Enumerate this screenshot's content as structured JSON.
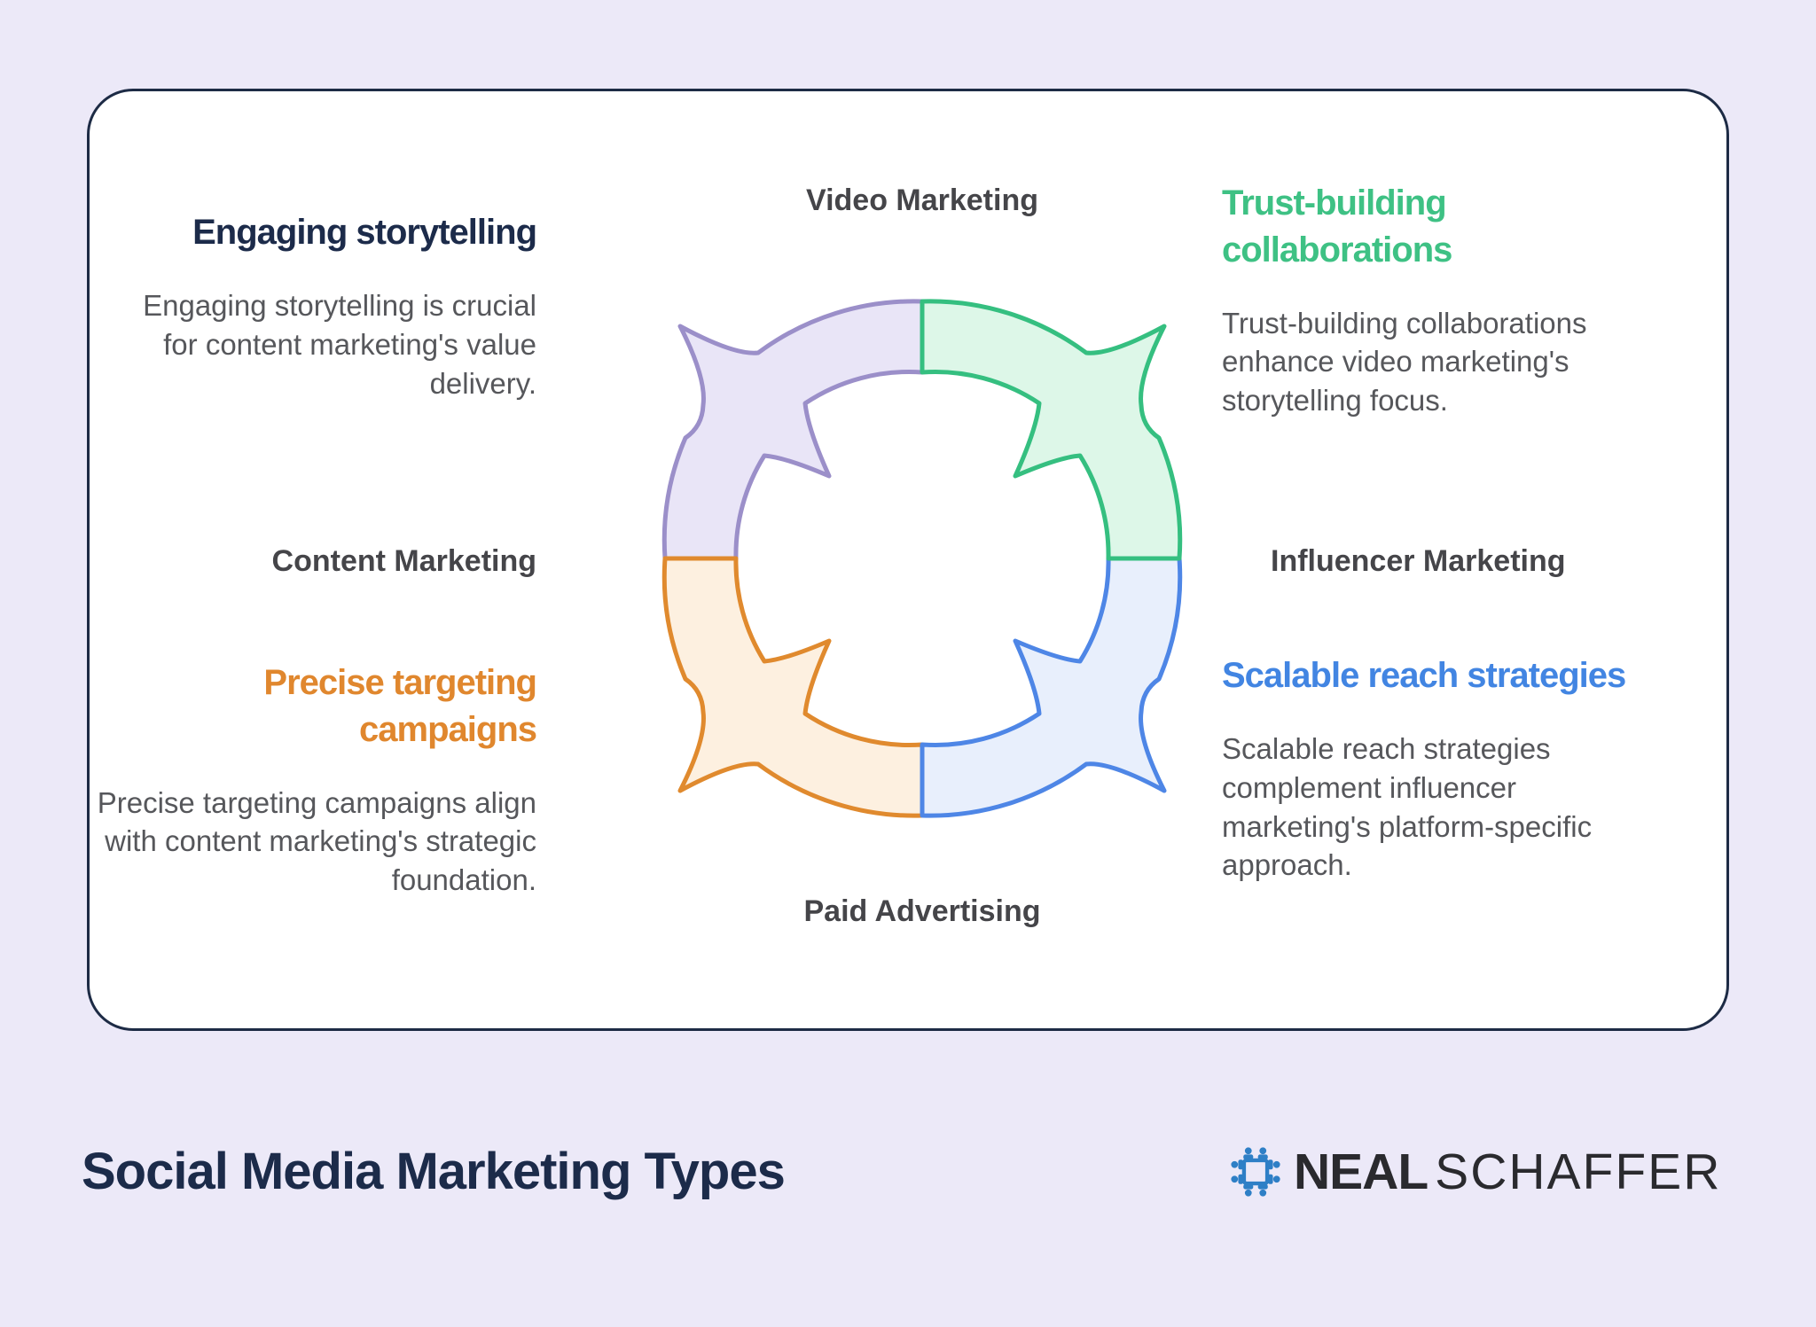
{
  "colors": {
    "background": "#ece9f8",
    "card_border": "#1d2b45",
    "navy": "#1c2b4a",
    "body_text": "#56575b",
    "label_text": "#454549",
    "green_heading": "#3ec184",
    "orange_heading": "#e0872e",
    "blue_heading": "#4285e2",
    "logo_blue": "#2e7fc6",
    "brand_text": "#2a2a2e"
  },
  "cycle": {
    "type": "circular-cycle-diagram",
    "segments": [
      {
        "position": "top-left",
        "color_name": "purple",
        "stroke": "#9b8fc9",
        "fill": "#e9e5f7"
      },
      {
        "position": "bottom-left",
        "color_name": "orange",
        "stroke": "#e08a2e",
        "fill": "#fdf0e0"
      },
      {
        "position": "bottom-right",
        "color_name": "blue",
        "stroke": "#4e86e6",
        "fill": "#e8effc"
      },
      {
        "position": "top-right",
        "color_name": "green",
        "stroke": "#35bf80",
        "fill": "#ddf7e8"
      }
    ],
    "labels": {
      "top": "Video Marketing",
      "right": "Influencer Marketing",
      "bottom": "Paid Advertising",
      "left": "Content Marketing"
    }
  },
  "callouts": [
    {
      "id": "engaging-storytelling",
      "heading": "Engaging storytelling",
      "body": "Engaging storytelling is crucial for content marketing's value delivery."
    },
    {
      "id": "trust-building-collaborations",
      "heading": "Trust-building collaborations",
      "body": "Trust-building collaborations enhance video marketing's storytelling focus."
    },
    {
      "id": "precise-targeting-campaigns",
      "heading": "Precise targeting campaigns",
      "body": "Precise targeting campaigns align with content marketing's strategic foundation."
    },
    {
      "id": "scalable-reach-strategies",
      "heading": "Scalable reach strategies",
      "body": "Scalable reach strategies complement influencer marketing's platform-specific approach."
    }
  ],
  "footer": {
    "title": "Social Media Marketing Types",
    "brand_first": "NEAL",
    "brand_second": "SCHAFFER",
    "logo_icon": "people-around-table-icon"
  }
}
